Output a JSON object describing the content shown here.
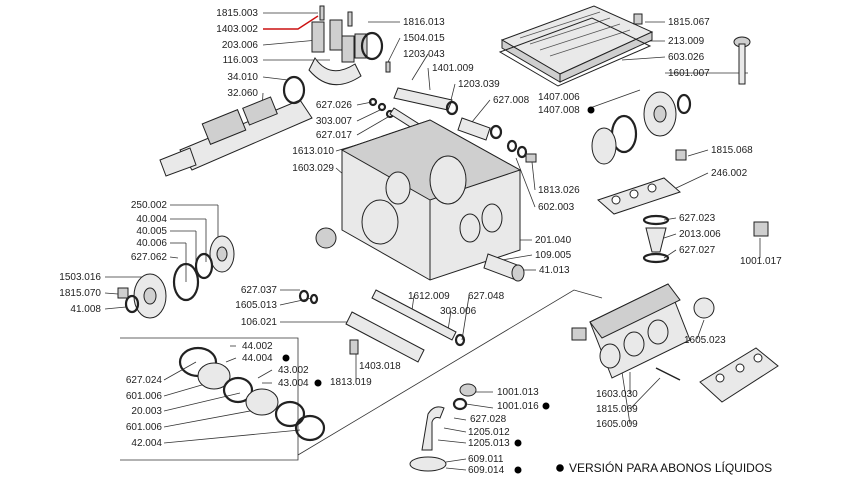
{
  "labels": {
    "l1815003": "1815.003",
    "l1403002": "1403.002",
    "l203006": "203.006",
    "l116003": "116.003",
    "l34010": "34.010",
    "l32060": "32.060",
    "l627026": "627.026",
    "l303007": "303.007",
    "l627017": "627.017",
    "l1613010": "1613.010",
    "l1603029": "1603.029",
    "l1816013": "1816.013",
    "l1504015": "1504.015",
    "l1203043": "1203.043",
    "l1401009": "1401.009",
    "l1203039": "1203.039",
    "l627008": "627.008",
    "l1407006": "1407.006",
    "l1407008": "1407.008",
    "l1815067": "1815.067",
    "l213009": "213.009",
    "l603026": "603.026",
    "l1601007": "1601.007",
    "l1815068": "1815.068",
    "l246002": "246.002",
    "l1813026": "1813.026",
    "l602003": "602.003",
    "l627023": "627.023",
    "l2013006": "2013.006",
    "l627027": "627.027",
    "l1001017": "1001.017",
    "l250002": "250.002",
    "l40004": "40.004",
    "l40005": "40.005",
    "l40006": "40.006",
    "l627062": "627.062",
    "l1503016": "1503.016",
    "l1815070": "1815.070",
    "l41008": "41.008",
    "l201040": "201.040",
    "l109005": "109.005",
    "l41013": "41.013",
    "l627037": "627.037",
    "l1605013": "1605.013",
    "l106021": "106.021",
    "l1612009": "1612.009",
    "l303006": "303.006",
    "l627048": "627.048",
    "l1403018": "1403.018",
    "l1813019": "1813.019",
    "l44002": "44.002",
    "l44004": "44.004",
    "l43002": "43.002",
    "l43004": "43.004",
    "l627024": "627.024",
    "l601006a": "601.006",
    "l20003": "20.003",
    "l601006b": "601.006",
    "l42004": "42.004",
    "l1605023": "1605.023",
    "l1603030": "1603.030",
    "l1815069": "1815.069",
    "l1605009": "1605.009",
    "l1001013": "1001.013",
    "l1001016": "1001.016",
    "l627028": "627.028",
    "l1205012": "1205.012",
    "l1205013": "1205.013",
    "l609011": "609.011",
    "l609014": "609.014"
  },
  "legend": {
    "text": "VERSIÓN PARA ABONOS LÍQUIDOS"
  }
}
